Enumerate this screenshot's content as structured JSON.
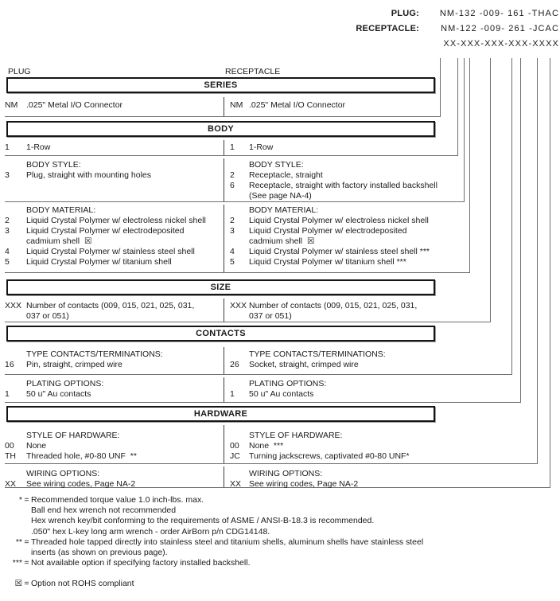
{
  "colors": {
    "line_gray": "#6e6e6e",
    "border_dark": "#151515",
    "text": "#1a1a1a",
    "background": "#ffffff"
  },
  "part_numbers": {
    "plug_label": "PLUG:",
    "plug_value": "NM-132 -009- 161 -THAC",
    "receptacle_label": "RECEPTACLE:",
    "receptacle_value": "NM-122 -009- 261 -JCAC",
    "mask": "XX-XXX-XXX-XXX-XXXX"
  },
  "column_labels": {
    "left": "PLUG",
    "right": "RECEPTACLE"
  },
  "series": {
    "header": "SERIES",
    "row": {
      "left_code": "NM",
      "left_text": ".025\" Metal I/O Connector",
      "right_code": "NM",
      "right_text": ".025\" Metal I/O Connector"
    }
  },
  "body": {
    "header": "BODY",
    "row": {
      "left_code": "1",
      "left_text": "1-Row",
      "right_code": "1",
      "right_text": "1-Row"
    },
    "style": {
      "left_title": "BODY STYLE:",
      "right_title": "BODY STYLE:",
      "rows": [
        {
          "left_code": "3",
          "left_text": "Plug, straight with mounting holes",
          "right_code": "2",
          "right_text": "Receptacle, straight"
        },
        {
          "left_code": "",
          "left_text": "",
          "right_code": "6",
          "right_text": "Receptacle, straight with factory installed backshell"
        },
        {
          "left_code": "",
          "left_text": "",
          "right_code": "",
          "right_text": "(See page NA-4)"
        }
      ]
    },
    "material": {
      "left_title": "BODY MATERIAL:",
      "right_title": "BODY MATERIAL:",
      "rows": [
        {
          "left_code": "2",
          "left_text": "Liquid Crystal Polymer w/ electroless nickel shell",
          "right_code": "2",
          "right_text": "Liquid Crystal Polymer w/ electroless nickel shell"
        },
        {
          "left_code": "3",
          "left_text": "Liquid Crystal Polymer w/ electrodeposited",
          "right_code": "3",
          "right_text": "Liquid Crystal Polymer w/ electrodeposited"
        },
        {
          "left_code": "",
          "left_text": "cadmium shell  ☒",
          "right_code": "",
          "right_text": "cadmium shell  ☒"
        },
        {
          "left_code": "4",
          "left_text": "Liquid Crystal Polymer w/ stainless steel shell",
          "right_code": "4",
          "right_text": "Liquid Crystal Polymer w/ stainless steel shell ***"
        },
        {
          "left_code": "5",
          "left_text": "Liquid Crystal Polymer w/ titanium shell",
          "right_code": "5",
          "right_text": "Liquid Crystal Polymer w/ titanium shell ***"
        }
      ]
    }
  },
  "size": {
    "header": "SIZE",
    "rows": [
      {
        "left_code": "XXX",
        "left_text": "Number of contacts (009, 015, 021, 025, 031,",
        "right_code": "XXX",
        "right_text": "Number of contacts (009, 015, 021, 025, 031,"
      },
      {
        "left_code": "",
        "left_text": "037 or 051)",
        "right_code": "",
        "right_text": "037 or 051)"
      }
    ]
  },
  "contacts": {
    "header": "CONTACTS",
    "type": {
      "left_title": "TYPE CONTACTS/TERMINATIONS:",
      "right_title": "TYPE CONTACTS/TERMINATIONS:",
      "rows": [
        {
          "left_code": "16",
          "left_text": "Pin, straight, crimped wire",
          "right_code": "26",
          "right_text": "Socket, straight, crimped wire"
        }
      ]
    },
    "plating": {
      "left_title": "PLATING OPTIONS:",
      "right_title": "PLATING OPTIONS:",
      "rows": [
        {
          "left_code": "1",
          "left_text": "50 u\" Au contacts",
          "right_code": "1",
          "right_text": "50 u\" Au contacts"
        }
      ]
    }
  },
  "hardware": {
    "header": "HARDWARE",
    "style": {
      "left_title": "STYLE OF HARDWARE:",
      "right_title": "STYLE OF HARDWARE:",
      "rows": [
        {
          "left_code": "00",
          "left_text": "None",
          "right_code": "00",
          "right_text": "None  ***"
        },
        {
          "left_code": "TH",
          "left_text": "Threaded hole, #0-80 UNF  **",
          "right_code": "JC",
          "right_text": "Turning jackscrews, captivated #0-80 UNF*"
        }
      ]
    },
    "wiring": {
      "left_title": "WIRING OPTIONS:",
      "right_title": "WIRING OPTIONS:",
      "rows": [
        {
          "left_code": "XX",
          "left_text": "See wiring codes, Page NA-2",
          "right_code": "XX",
          "right_text": "See wiring codes, Page NA-2"
        }
      ]
    }
  },
  "footnotes": {
    "rows": [
      {
        "mark": "*",
        "eq": "=",
        "text": "Recommended torque value 1.0 inch-lbs. max."
      },
      {
        "mark": "",
        "eq": "",
        "text": "Ball end hex wrench not recommended"
      },
      {
        "mark": "",
        "eq": "",
        "text": "Hex wrench key/bit conforming to the requirements of ASME / ANSI-B-18.3 is recommended."
      },
      {
        "mark": "",
        "eq": "",
        "text": ".050\" hex L-key long arm wrench - order AirBorn p/n CDG14148."
      },
      {
        "mark": "**",
        "eq": "=",
        "text": "Threaded hole tapped directly into stainless steel and titanium shells, aluminum shells have stainless steel"
      },
      {
        "mark": "",
        "eq": "",
        "text": "inserts (as shown on previous page)."
      },
      {
        "mark": "***",
        "eq": "=",
        "text": "Not available option if specifying factory installed backshell."
      }
    ],
    "rohs": {
      "mark": "☒",
      "eq": "=",
      "text": "Option not ROHS compliant"
    }
  }
}
